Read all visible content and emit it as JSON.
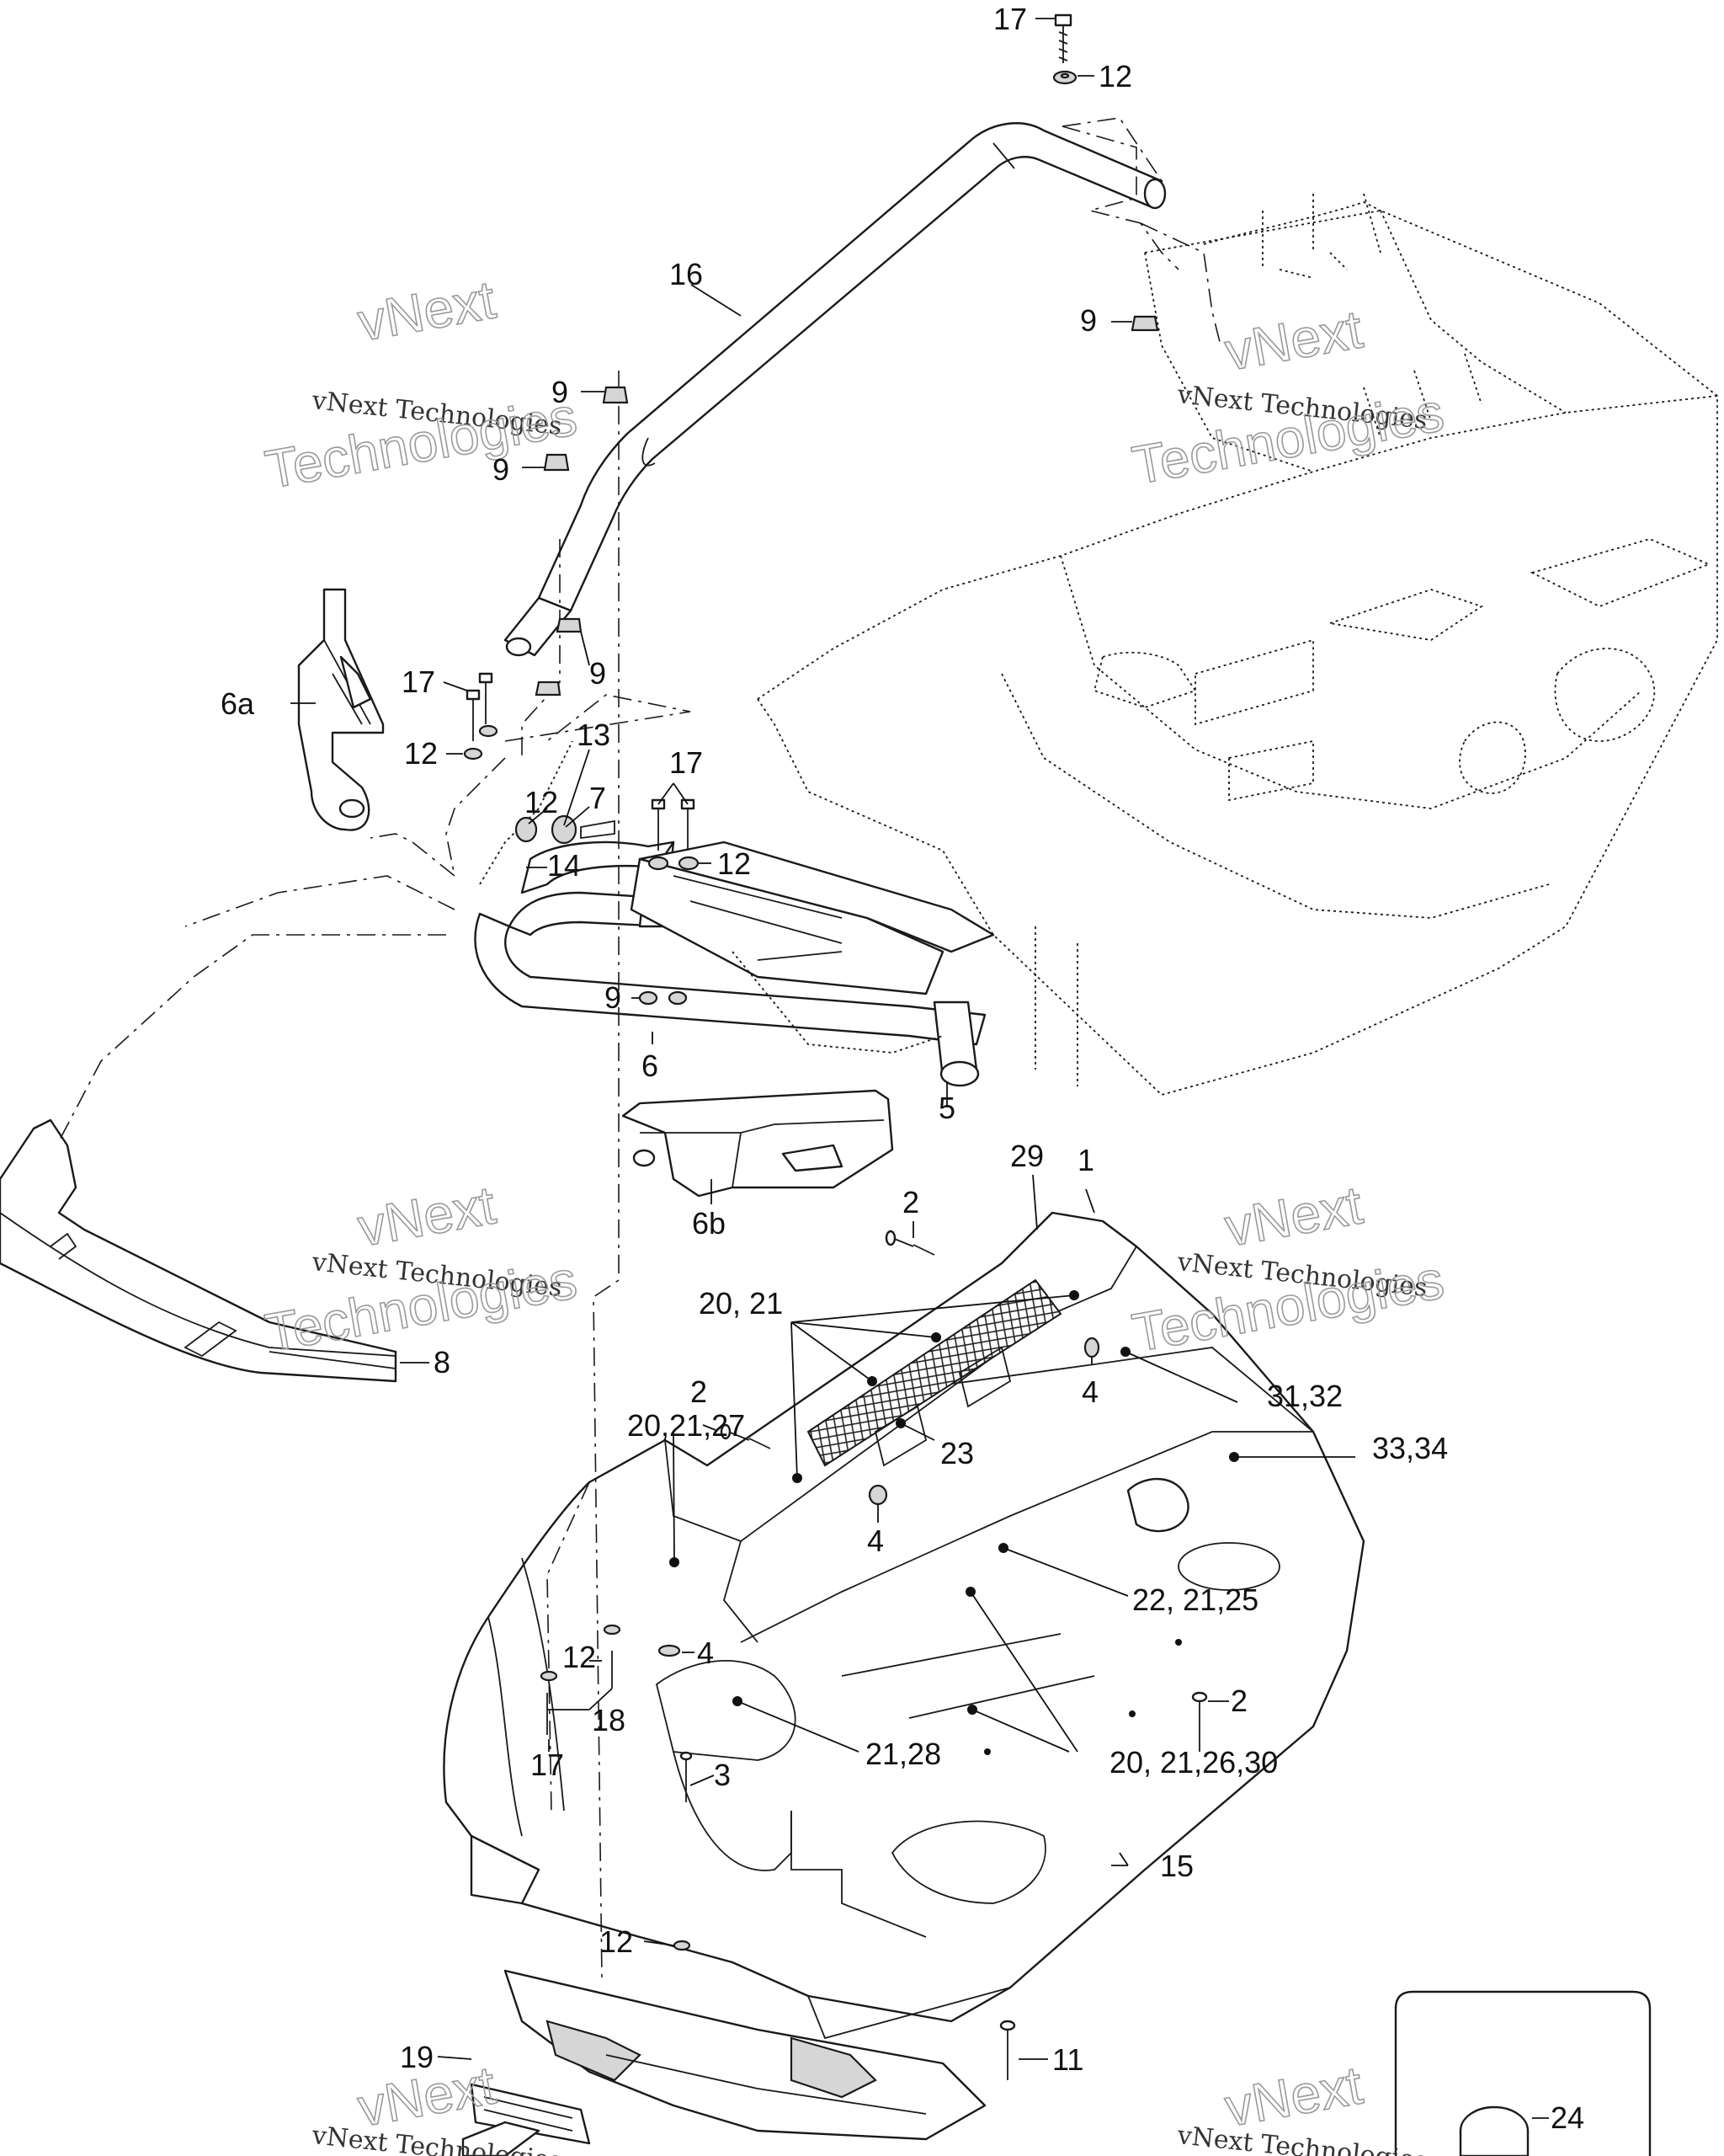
{
  "watermark": {
    "line1": "vNext Technologies",
    "line2": "vNext",
    "line3": "Technologies"
  },
  "callouts": {
    "c1": "1",
    "c2a": "2",
    "c2b": "2",
    "c2c": "2",
    "c3": "3",
    "c4a": "4",
    "c4b": "4",
    "c4c": "4",
    "c5": "5",
    "c6": "6",
    "c6a": "6a",
    "c6b": "6b",
    "c7": "7",
    "c8": "8",
    "c9a": "9",
    "c9b": "9",
    "c9c": "9",
    "c9d": "9",
    "c9e": "9",
    "c11": "11",
    "c12a": "12",
    "c12b": "12",
    "c12c": "12",
    "c12d": "12",
    "c12e": "12",
    "c12f": "12",
    "c13": "13",
    "c14": "14",
    "c15": "15",
    "c16": "16",
    "c17a": "17",
    "c17b": "17",
    "c17c": "17",
    "c17d": "17",
    "c18": "18",
    "c19": "19",
    "c20_21": "20, 21",
    "c20_21_27": "20,21,27",
    "c20_21_26_30": "20, 21,26,30",
    "c21_28": "21,28",
    "c22_21_25": "22, 21,25",
    "c23": "23",
    "c24": "24",
    "c29": "29",
    "c31_32": "31,32",
    "c33_34": "33,34"
  }
}
